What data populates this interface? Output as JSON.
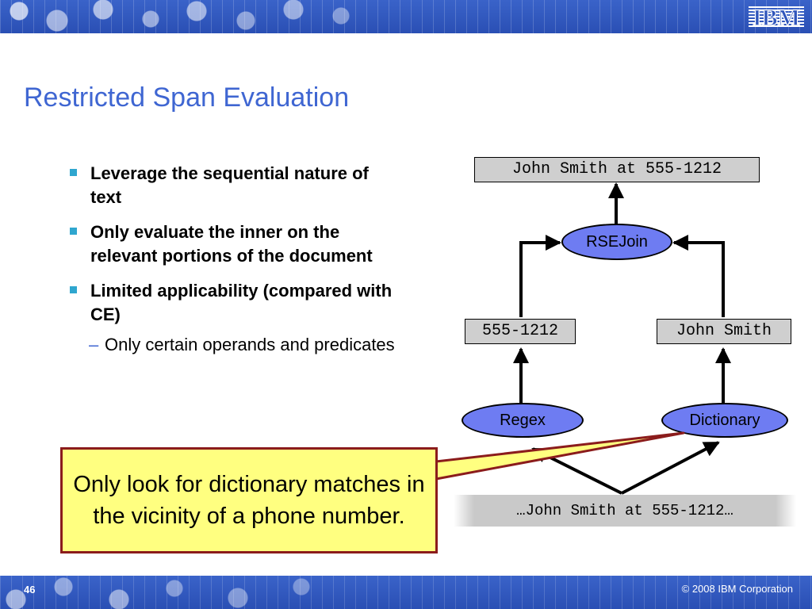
{
  "header": {
    "logo_text": "IBM",
    "band_color": "#2f55bb"
  },
  "slide": {
    "title": "Restricted Span Evaluation",
    "bullets": [
      {
        "text": "Leverage the sequential nature of text"
      },
      {
        "text": "Only evaluate the inner on the relevant portions of the document"
      },
      {
        "text": "Limited applicability (compared with CE)"
      }
    ],
    "sub_bullet": {
      "dash": "–",
      "text": "Only certain operands and predicates"
    }
  },
  "diagram": {
    "top_result": "John Smith at 555-1212",
    "join_operator": "RSEJoin",
    "phone_span": "555-1212",
    "name_span": "John Smith",
    "regex_operator": "Regex",
    "dictionary_operator": "Dictionary",
    "document_text": "…John Smith at 555-1212…",
    "oval_color": "#6e7cf2",
    "box_color": "#cfcfcf"
  },
  "callout": {
    "text": "Only look for dictionary matches in the vicinity of a phone number.",
    "fill_color": "#ffff80",
    "border_color": "#8b1c1c"
  },
  "footer": {
    "page_number": "46",
    "copyright": "© 2008 IBM Corporation"
  }
}
